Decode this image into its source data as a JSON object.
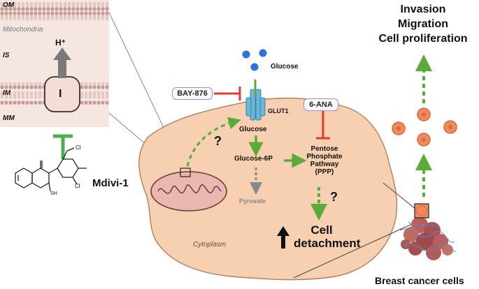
{
  "membrane": {
    "om": "OM",
    "mitochondria": "Mitochondria",
    "is": "IS",
    "im": "IM",
    "mm": "MM",
    "proton": "H⁺",
    "complex": "I"
  },
  "drug": {
    "name": "Mdivi-1",
    "sh": "SH",
    "cl1": "Cl",
    "cl2": "Cl"
  },
  "cell": {
    "glucose_out": "Glucose",
    "bay_label": "BAY-876",
    "glut1": "GLUT1",
    "glucose_in": "Glucose",
    "glucose6p": "Glucose-6P",
    "pyruvate": "Pyruvate",
    "ana_label": "6-ANA",
    "ppp": [
      "Pentose",
      "Phosphate",
      "Pathway",
      "(PPP)"
    ],
    "cell_detachment": [
      "Cell",
      "detachment"
    ],
    "cytoplasm": "Cytoplasm",
    "question": "?"
  },
  "outcomes": [
    "Invasion",
    "Migration",
    "Cell proliferation"
  ],
  "breast_cancer": "Breast cancer cells",
  "colors": {
    "membrane_fill": "#f5e6e1",
    "lipid_head": "#c79a94",
    "cell_fill": "#f6d0b0",
    "cell_border": "#b07e62",
    "inhibit_green": "#4caf50",
    "inhibit_red": "#e53935",
    "arrow_green": "#5aab3c",
    "glucose_blue": "#2f6fe0",
    "cancer_cell": "#f08a5d"
  },
  "icons": [
    "up-arrow-icon",
    "mitochondrion-icon",
    "glut1-transporter-icon",
    "tumor-cluster-icon"
  ]
}
